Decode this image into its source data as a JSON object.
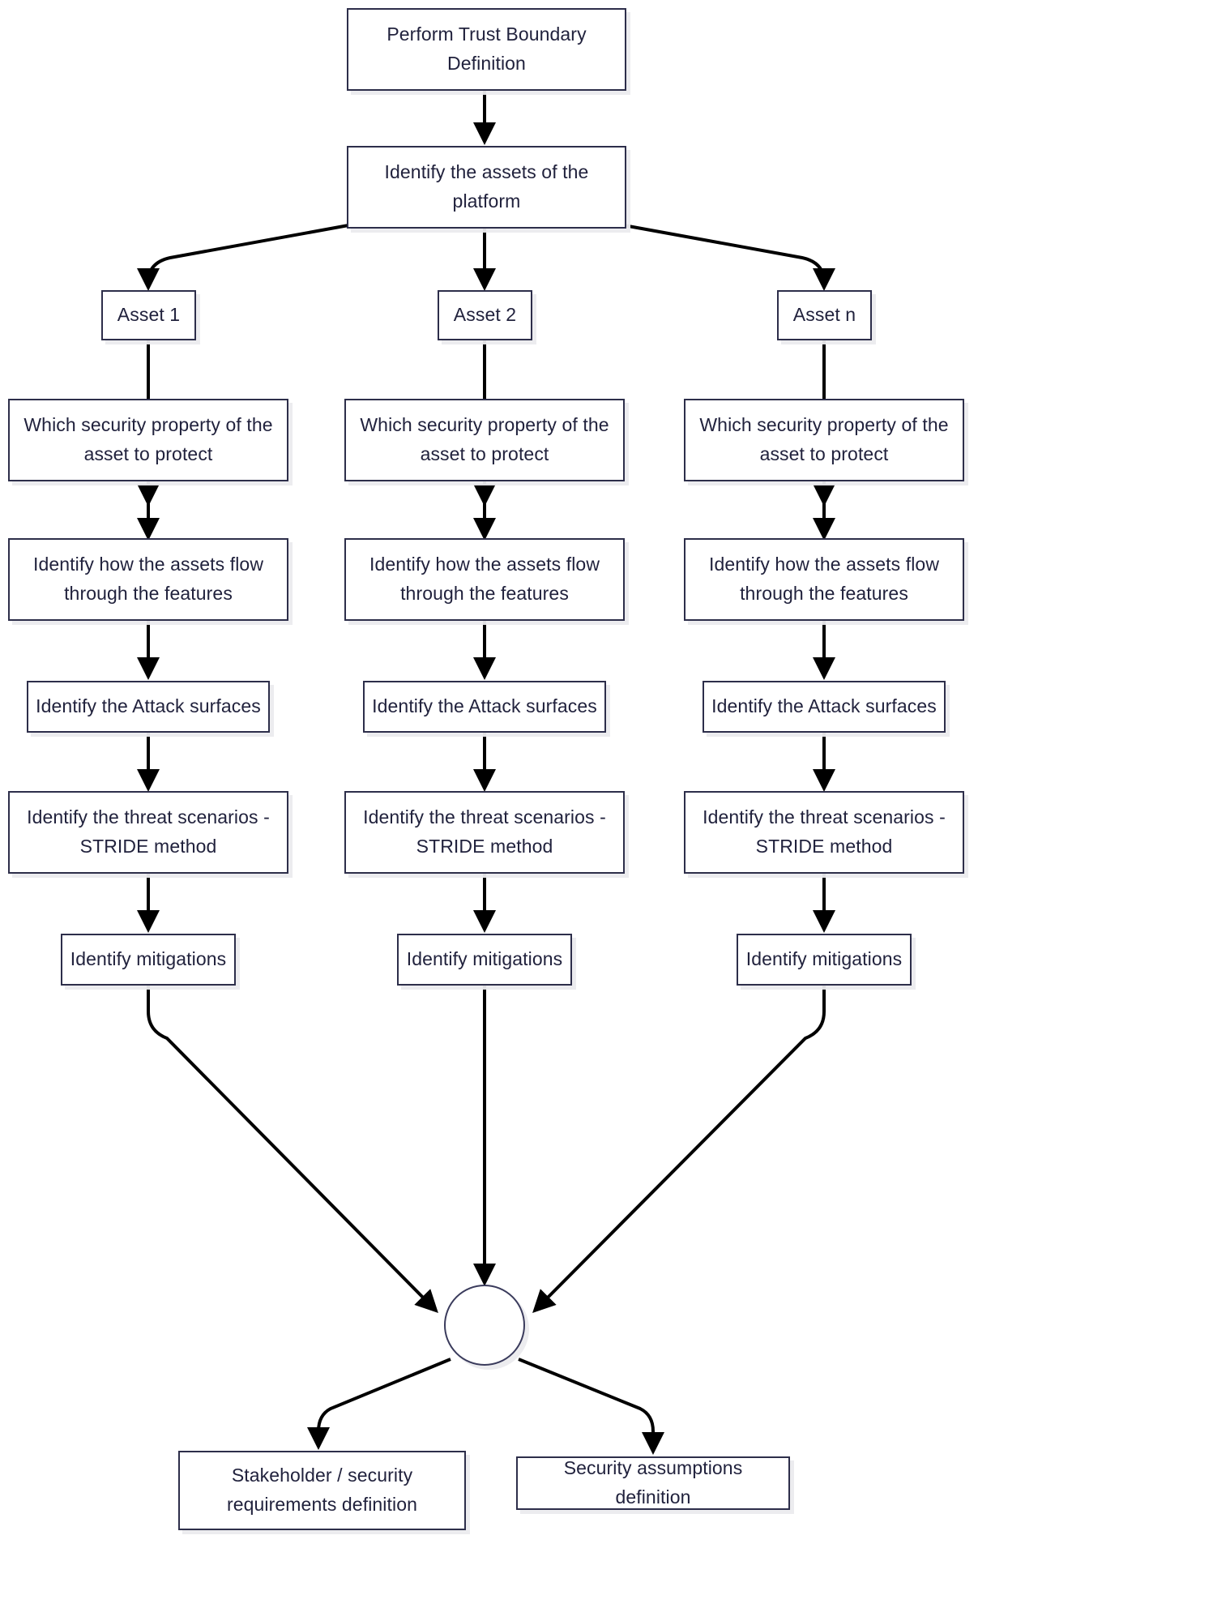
{
  "diagram": {
    "title": "Threat modeling process flowchart",
    "colors": {
      "node_border": "#2d2e4a",
      "node_fill": "#ffffff",
      "text": "#21223d",
      "edge": "#000000",
      "junction_border": "#3a3b5c",
      "shadow": "#ebebee",
      "background": "#ffffff"
    },
    "nodes": {
      "trust_boundary": "Perform Trust Boundary Definition",
      "identify_assets": "Identify the assets of the platform",
      "asset_1": "Asset 1",
      "asset_2": "Asset 2",
      "asset_n": "Asset n",
      "security_property_1": "Which security property of the asset to protect",
      "security_property_2": "Which security property of the asset to protect",
      "security_property_n": "Which security property of the asset to protect",
      "assets_flow_1": "Identify how the assets flow through the features",
      "assets_flow_2": "Identify how the assets flow through the features",
      "assets_flow_n": "Identify how the assets flow through the features",
      "attack_surfaces_1": "Identify the Attack surfaces",
      "attack_surfaces_2": "Identify the Attack surfaces",
      "attack_surfaces_n": "Identify the Attack surfaces",
      "threat_scenarios_1": "Identify the threat scenarios - STRIDE method",
      "threat_scenarios_2": "Identify the threat scenarios - STRIDE method",
      "threat_scenarios_n": "Identify the threat scenarios - STRIDE method",
      "mitigations_1": "Identify mitigations",
      "mitigations_2": "Identify mitigations",
      "mitigations_n": "Identify mitigations",
      "junction": "",
      "stakeholder_requirements": "Stakeholder / security requirements definition",
      "security_assumptions": "Security assumptions definition"
    }
  }
}
